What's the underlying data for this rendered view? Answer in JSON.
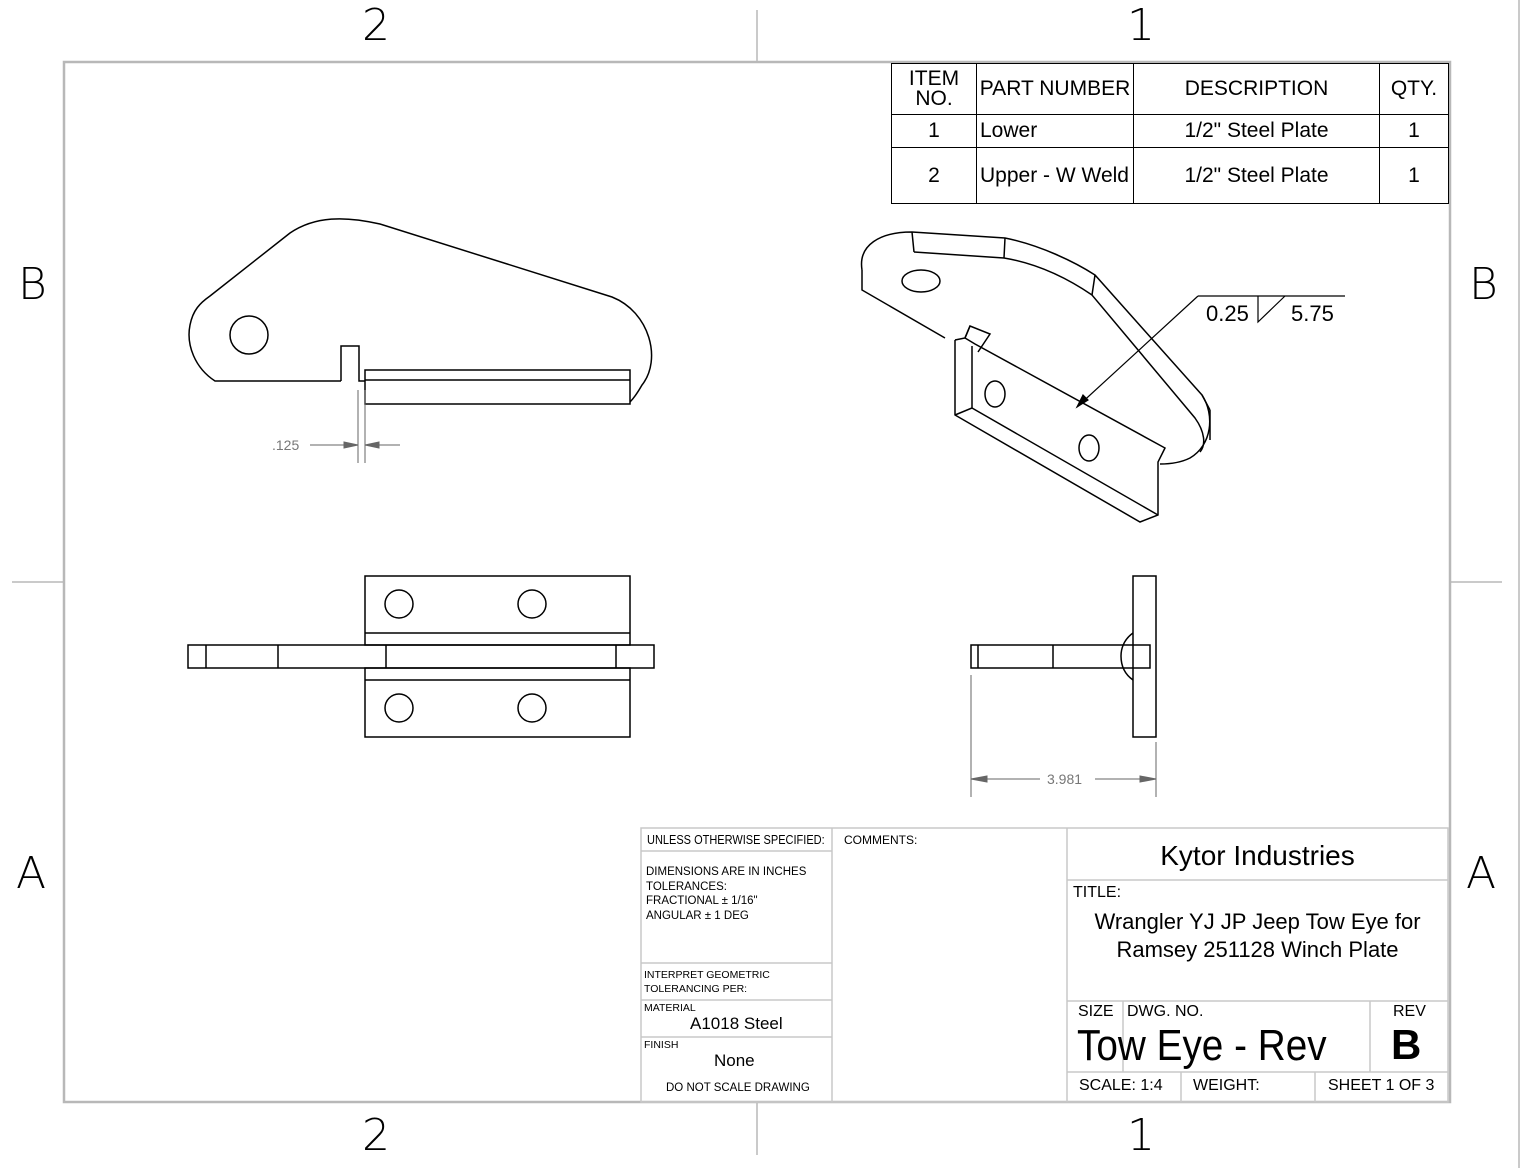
{
  "zones": {
    "top": [
      "2",
      "1"
    ],
    "bottom": [
      "2",
      "1"
    ],
    "left": [
      "B",
      "A"
    ],
    "right": [
      "B",
      "A"
    ]
  },
  "bom": {
    "headers": [
      "ITEM NO.",
      "PART NUMBER",
      "DESCRIPTION",
      "QTY."
    ],
    "rows": [
      {
        "item": "1",
        "part": "Lower",
        "description": "1/2\" Steel Plate",
        "qty": "1"
      },
      {
        "item": "2",
        "part": "Upper - W Weld",
        "description": "1/2\" Steel Plate",
        "qty": "1"
      }
    ]
  },
  "dimensions": {
    "slot_gap": ".125",
    "overall_depth": "3.981",
    "weld_size": "0.25",
    "weld_length": "5.75"
  },
  "title_block": {
    "unless_specified": "UNLESS OTHERWISE SPECIFIED:",
    "notes": [
      "DIMENSIONS ARE IN INCHES",
      "TOLERANCES:",
      "FRACTIONAL ± 1/16\"",
      "ANGULAR ± 1  DEG"
    ],
    "interpret": [
      "INTERPRET GEOMETRIC",
      "TOLERANCING PER:"
    ],
    "material_label": "MATERIAL",
    "material": "A1018 Steel",
    "finish_label": "FINISH",
    "finish": "None",
    "do_not_scale": "DO NOT SCALE DRAWING",
    "comments_label": "COMMENTS:",
    "company": "Kytor Industries",
    "title_label": "TITLE:",
    "title_lines": [
      "Wrangler YJ JP Jeep Tow Eye for",
      "Ramsey 251128 Winch Plate"
    ],
    "size_label": "SIZE",
    "dwg_no_label": "DWG.  NO.",
    "dwg_no": "Tow Eye - Rev",
    "rev_label": "REV",
    "rev": "B",
    "scale": "SCALE: 1:4",
    "weight": "WEIGHT:",
    "sheet": "SHEET 1 OF 3"
  }
}
